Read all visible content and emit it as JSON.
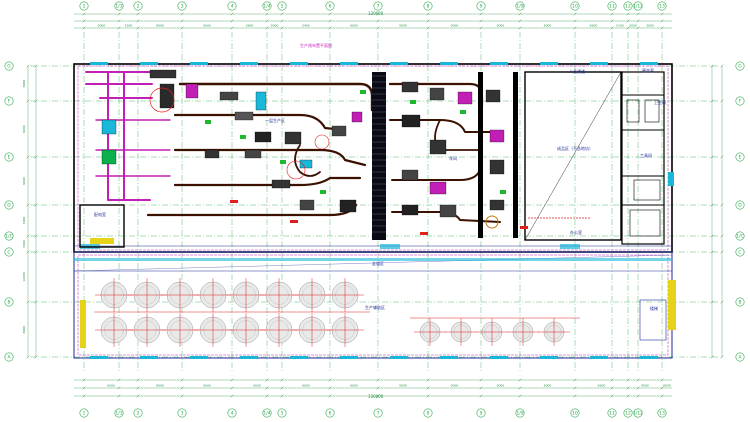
{
  "colors": {
    "grid": "#2aa84a",
    "dim": "#1c8c3c",
    "wall": "#000000",
    "partition": "#1f2a9a",
    "magenta": "#c21fb6",
    "conveyor": "#3b1200",
    "red": "#e01f1f",
    "cyan": "#19b7d8",
    "yellow": "#e7d21a"
  },
  "axes": {
    "columns": [
      "1",
      "1/1",
      "2",
      "3",
      "4",
      "1/4",
      "5",
      "6",
      "7",
      "8",
      "9",
      "1/9",
      "10",
      "11",
      "12",
      "1/12",
      "13"
    ],
    "rows_left": [
      "G",
      "F",
      "E",
      "D",
      "1/C",
      "C",
      "B",
      "A"
    ]
  },
  "dimensions": {
    "top_overall": "130000",
    "bottom_overall": "130000",
    "top_spans": [
      "6000",
      "1500",
      "8000",
      "9000",
      "3600",
      "9000",
      "5400",
      "9000",
      "9000",
      "9000",
      "9000",
      "9000",
      "9000",
      "5100",
      "3000",
      "3000"
    ],
    "bottom_spans": [
      "6000",
      "8000",
      "9000",
      "9000",
      "9000",
      "9000",
      "9000",
      "9000",
      "9000",
      "9000",
      "9000",
      "9000",
      "8000"
    ],
    "left_spans": [
      "8000",
      "9000",
      "9000",
      "3000",
      "3000",
      "12000",
      "8000"
    ]
  },
  "room_labels": {
    "workshop_text": "车间",
    "upper_area": "一层生产区",
    "right_area": "成品区（不含地坑）",
    "office": "办公室",
    "top_right_room": "人员通道",
    "lower_area": "生产辅助区",
    "corridor": "走道区",
    "left_room": "配电室",
    "right_room_1": "更衣室",
    "right_room_2": "卫生间",
    "right_room_3": "工具间",
    "stair": "楼梯"
  },
  "title_note": "生产线布置平面图",
  "tanks_top_count": 8,
  "tanks_mid_count": 8,
  "tanks_small_count": 5
}
